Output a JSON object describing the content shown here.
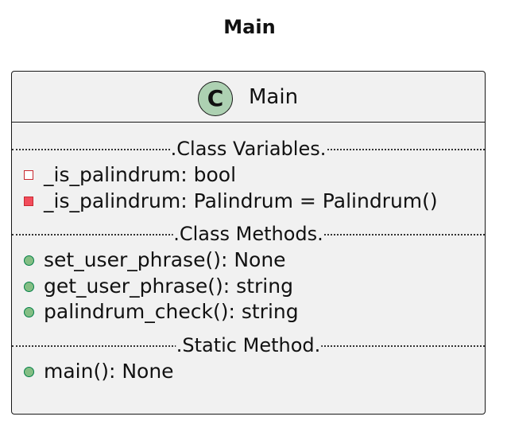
{
  "diagram": {
    "title": "Main"
  },
  "class": {
    "stereotype_letter": "C",
    "name": "Main",
    "sections": [
      {
        "label": ".Class Variables.",
        "members": [
          {
            "visibility": "private-field",
            "text": "_is_palindrum: bool"
          },
          {
            "visibility": "private-method",
            "text": "_is_palindrum: Palindrum = Palindrum()"
          }
        ]
      },
      {
        "label": ".Class Methods.",
        "members": [
          {
            "visibility": "public-method",
            "text": "set_user_phrase(): None"
          },
          {
            "visibility": "public-method",
            "text": "get_user_phrase(): string"
          },
          {
            "visibility": "public-method",
            "text": "palindrum_check(): string"
          }
        ]
      },
      {
        "label": ".Static Method.",
        "members": [
          {
            "visibility": "public-method",
            "text": "main(): None"
          }
        ]
      }
    ]
  },
  "colors": {
    "class_background": "#f1f1f1",
    "class_icon_fill": "#add1b2",
    "private_outline": "#c82930",
    "private_fill": "#f24d5c",
    "public_fill": "#84be84",
    "public_outline": "#038048"
  }
}
